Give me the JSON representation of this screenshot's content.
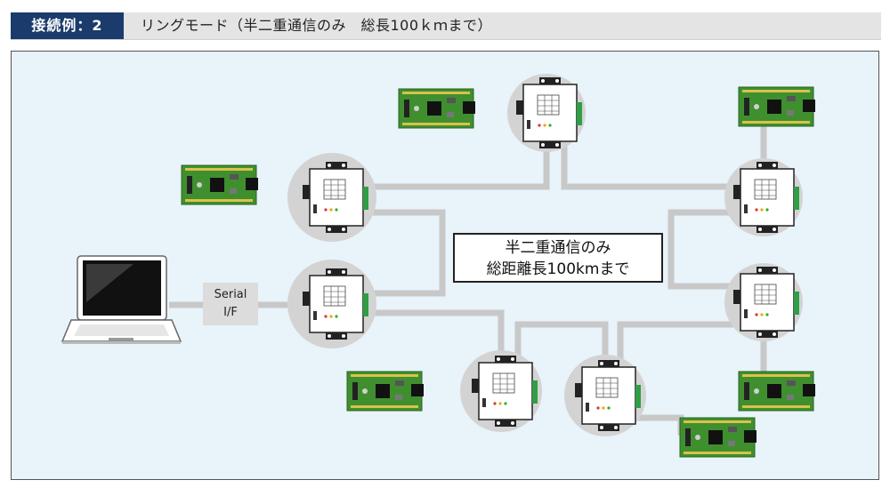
{
  "header": {
    "tag": "接続例：2",
    "title": "リングモード（半二重通信のみ　総長100ｋｍまで）"
  },
  "diagram": {
    "center_label_line1": "半二重通信のみ",
    "center_label_line2": "総距離長100kmまで",
    "serial_label_line1": "Serial",
    "serial_label_line2": "I/F"
  },
  "colors": {
    "header_tag_bg": "#1a3b6b",
    "header_bar_bg": "#e4e4e4",
    "panel_bg": "#e8f3fa",
    "ring_line": "#c8c8c8",
    "node_circle": "#d3d3d3",
    "board_green": "#3f8f2f",
    "device_white": "#ffffff",
    "connector_dark": "#222222"
  }
}
